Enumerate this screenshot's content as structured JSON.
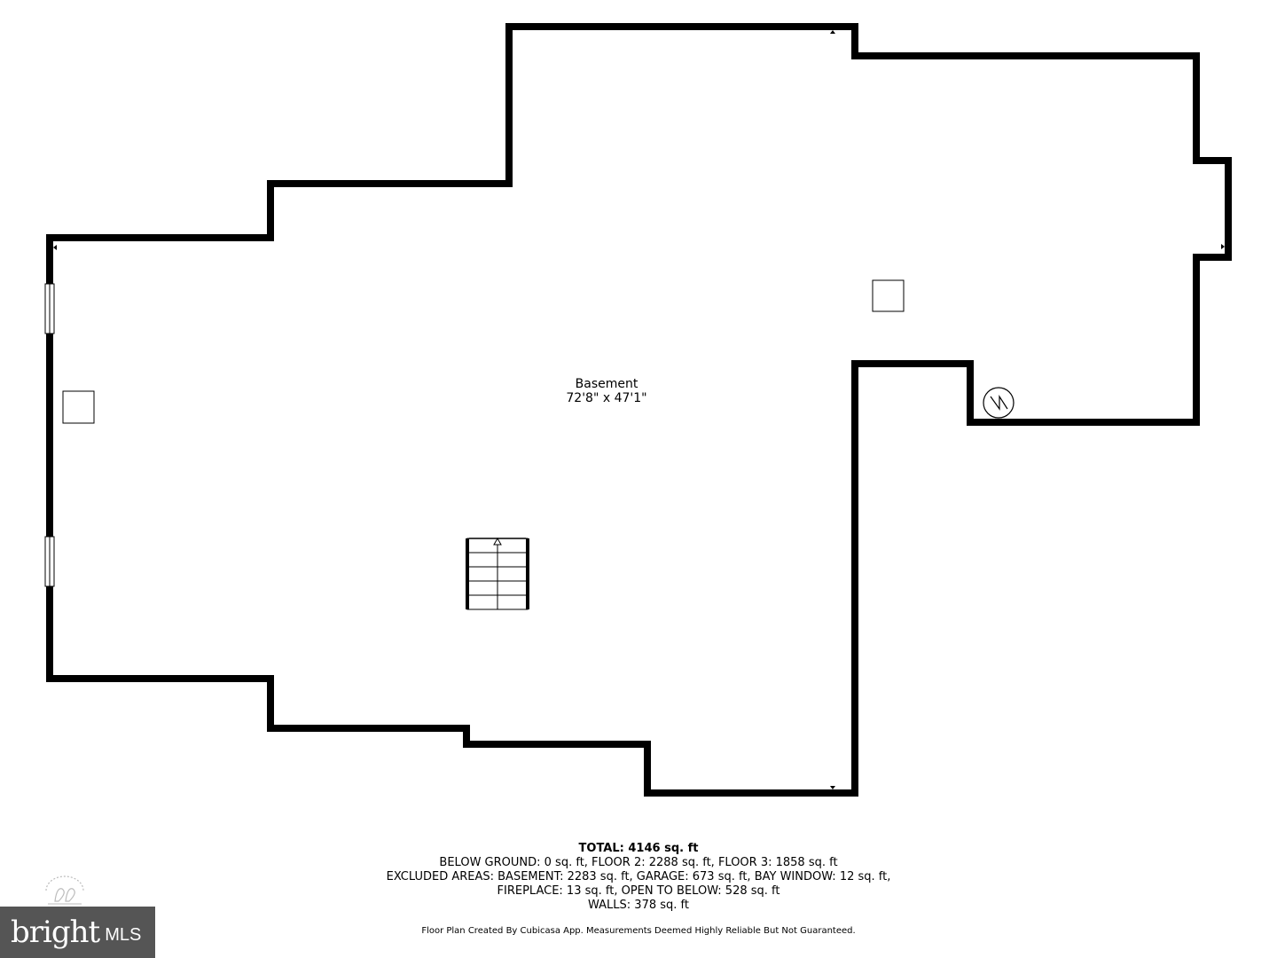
{
  "room": {
    "name": "Basement",
    "dimensions": "72'8\" x 47'1\""
  },
  "summary": {
    "total": "TOTAL: 4146 sq. ft",
    "line1": "BELOW GROUND: 0 sq. ft, FLOOR 2: 2288 sq. ft, FLOOR 3: 1858 sq. ft",
    "line2": "EXCLUDED AREAS: BASEMENT: 2283 sq. ft, GARAGE: 673 sq. ft, BAY WINDOW: 12 sq. ft,",
    "line3": "FIREPLACE: 13 sq. ft, OPEN TO BELOW: 528 sq. ft",
    "line4": "WALLS: 378 sq. ft"
  },
  "footer_note": "Floor Plan Created By Cubicasa App. Measurements Deemed Highly Reliable But Not Guaranteed.",
  "logo": {
    "word": "bright",
    "suffix": "MLS",
    "background": "#555555"
  },
  "colors": {
    "wall": "#000000",
    "background": "#ffffff"
  }
}
